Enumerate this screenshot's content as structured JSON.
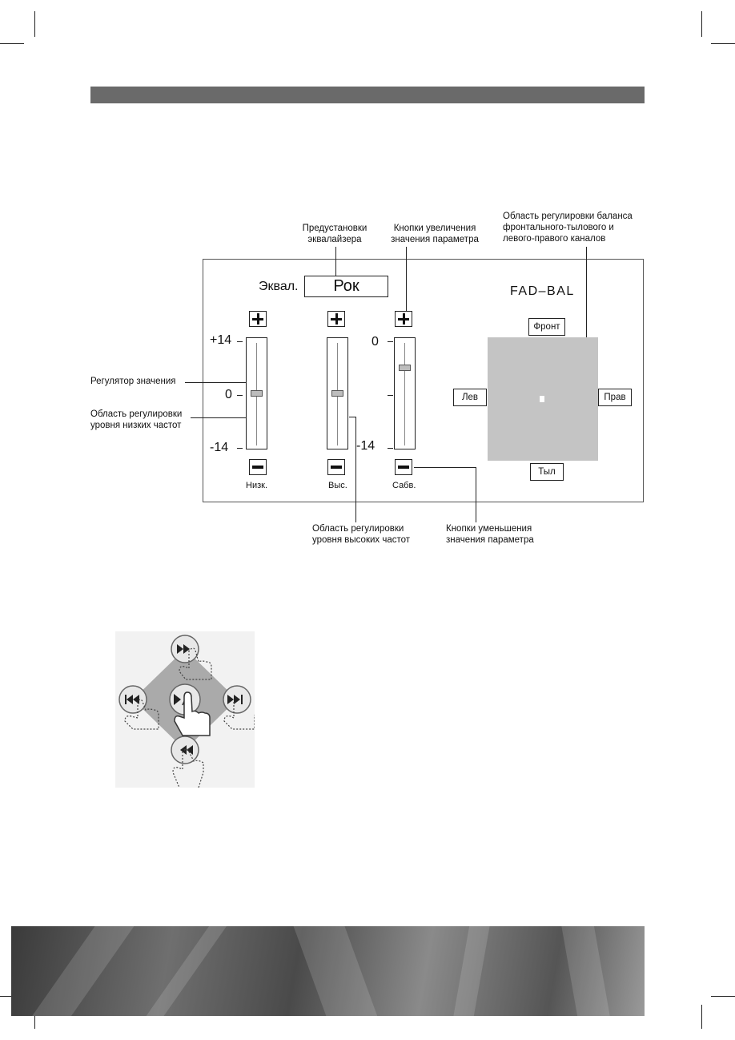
{
  "callouts": {
    "presets": "Предустановки\nэквалайзера",
    "plus_buttons": "Кнопки увеличения\nзначения параметра",
    "fader_balance": "Область регулировки баланса\nфронтального-тылового и\nлевого-правого каналов",
    "value_control": "Регулятор значения",
    "low_area": "Область регулировки\nуровня низких частот",
    "high_area": "Область регулировки\nуровня высоких частот",
    "minus_buttons": "Кнопки уменьшения\nзначения параметра"
  },
  "eq": {
    "label": "Эквал.",
    "preset_value": "Рок"
  },
  "sliders": {
    "low": {
      "label": "Низк.",
      "top": "+14",
      "mid": "0",
      "bottom": "-14",
      "level": 0
    },
    "high": {
      "label": "Выс.",
      "level": 0
    },
    "sub": {
      "label": "Сабв.",
      "top": "0",
      "bottom": "-14",
      "level": 0.5
    }
  },
  "fadbal": {
    "title": "FAD–BAL",
    "front": "Фронт",
    "rear": "Тыл",
    "left": "Лев",
    "right": "Прав"
  },
  "colors": {
    "header_bar": "#6a6a6a",
    "fadbal_area": "#c4c4c4",
    "remote_diamond": "#aaaaaa"
  },
  "remote": {
    "icons": [
      "fast-forward-icon",
      "previous-track-icon",
      "play-pause-icon",
      "next-track-icon",
      "rewind-icon",
      "hand-pointer-icon"
    ]
  }
}
